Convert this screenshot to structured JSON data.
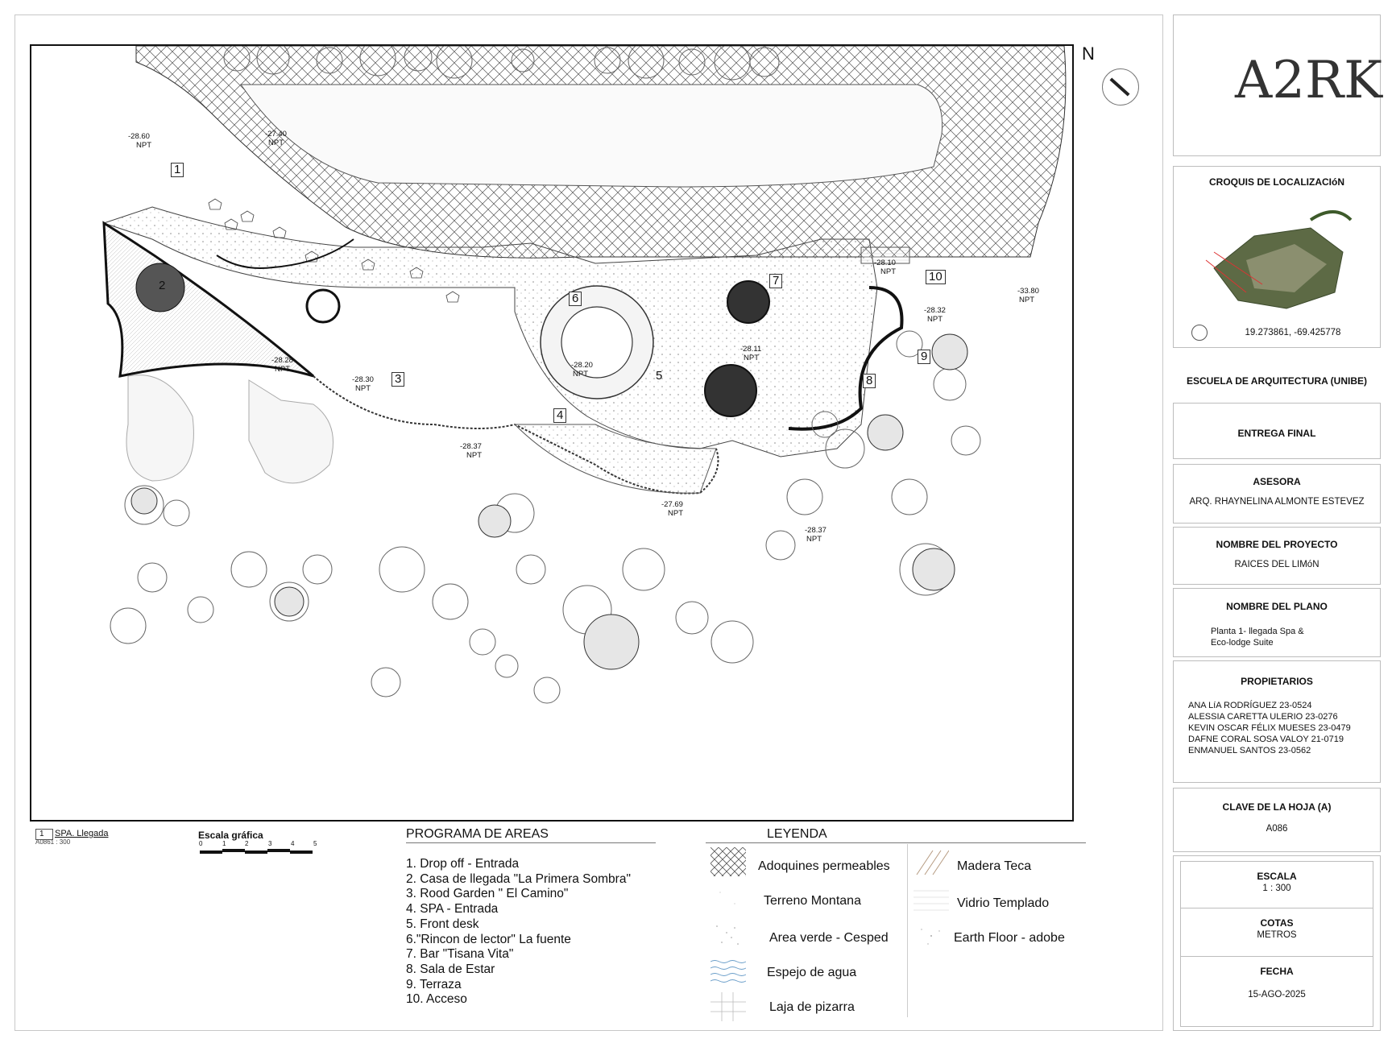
{
  "plan": {
    "north_label": "N",
    "levels": [
      {
        "value": "-28.60",
        "tag": "NPT"
      },
      {
        "value": "-27.40",
        "tag": "NPT"
      },
      {
        "value": "-28.28",
        "tag": "NPT"
      },
      {
        "value": "-28.30",
        "tag": "NPT"
      },
      {
        "value": "-28.37",
        "tag": "NPT"
      },
      {
        "value": "-28.20",
        "tag": "NPT"
      },
      {
        "value": "-28.11",
        "tag": "NPT"
      },
      {
        "value": "-28.10",
        "tag": "NPT"
      },
      {
        "value": "-28.32",
        "tag": "NPT"
      },
      {
        "value": "-33.80",
        "tag": "NPT"
      },
      {
        "value": "-27.69",
        "tag": "NPT"
      },
      {
        "value": "-28.37",
        "tag": "NPT"
      }
    ],
    "area_numbers": [
      "1",
      "2",
      "3",
      "4",
      "5",
      "6",
      "7",
      "8",
      "9",
      "10"
    ]
  },
  "view_reference": {
    "number": "1",
    "title": "SPA. Llegada",
    "sheet_scale": "A0861 : 300"
  },
  "graphic_scale": {
    "title": "Escala gráfica",
    "ticks": [
      "0",
      "1",
      "2",
      "3",
      "4",
      "5"
    ]
  },
  "programa": {
    "title": "PROGRAMA DE AREAS",
    "items": [
      "1. Drop off - Entrada",
      "2. Casa de llegada \"La Primera Sombra\"",
      "3. Rood Garden \" El Camino\"",
      "4. SPA - Entrada",
      "5. Front desk",
      "6.\"Rincon de lector\" La fuente",
      "7. Bar \"Tisana Vita\"",
      "8. Sala de Estar",
      "9. Terraza",
      "10. Acceso"
    ]
  },
  "leyenda": {
    "title": "LEYENDA",
    "items": [
      {
        "label": "Adoquines permeables",
        "pattern": "crosshatch"
      },
      {
        "label": "Madera Teca",
        "pattern": "diagonal-lines"
      },
      {
        "label": "Terreno Montana",
        "pattern": "blank"
      },
      {
        "label": "Vidrio Templado",
        "pattern": "horizontal-lines"
      },
      {
        "label": "Area verde - Cesped",
        "pattern": "dots"
      },
      {
        "label": "Earth Floor - adobe",
        "pattern": "speckle"
      },
      {
        "label": "Espejo de agua",
        "pattern": "waves"
      },
      {
        "label": "Laja de pizarra",
        "pattern": "grid"
      }
    ]
  },
  "title_block": {
    "logo_text": "A2RK",
    "croquis_title": "CROQUIS DE LOCALIZACIóN",
    "coordinates": "19.273861, -69.425778",
    "school": "ESCUELA DE ARQUITECTURA (UNIBE)",
    "delivery": "ENTREGA FINAL",
    "asesora_label": "ASESORA",
    "asesora": "ARQ. RHAYNELINA ALMONTE ESTEVEZ",
    "proyecto_label": "NOMBRE DEL PROYECTO",
    "proyecto": "RAICES DEL LIMóN",
    "plano_label": "NOMBRE DEL PLANO",
    "plano_line1": "Planta 1- llegada Spa &",
    "plano_line2": "Eco-lodge Suite",
    "propietarios_label": "PROPIETARIOS",
    "propietarios": [
      "ANA LíA RODRÍGUEZ 23-0524",
      "ALESSIA CARETTA ULERIO 23-0276",
      "KEVIN OSCAR FÉLIX MUESES 23-0479",
      "DAFNE CORAL SOSA VALOY 21-0719",
      "ENMANUEL SANTOS 23-0562"
    ],
    "clave_label": "CLAVE DE LA HOJA (A)",
    "clave": "A086",
    "escala_label": "ESCALA",
    "escala": "1 : 300",
    "cotas_label": "COTAS",
    "cotas": "METROS",
    "fecha_label": "FECHA",
    "fecha": "15-AGO-2025"
  }
}
